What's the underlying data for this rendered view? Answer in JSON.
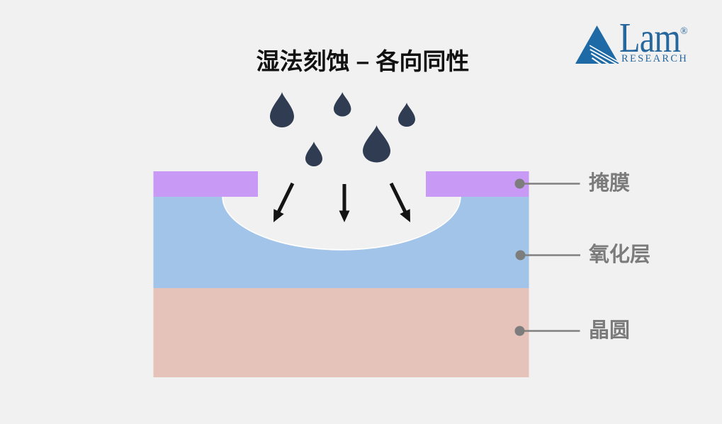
{
  "title": "湿法刻蚀 – 各向同性",
  "logo": {
    "brand": "Lam",
    "registered": "®",
    "subtext": "RESEARCH"
  },
  "diagram": {
    "droplet_count": 5,
    "arrow_count": 3,
    "layers": [
      {
        "id": "mask",
        "label": "掩膜"
      },
      {
        "id": "oxide",
        "label": "氧化层"
      },
      {
        "id": "wafer",
        "label": "晶圆"
      }
    ]
  },
  "colors": {
    "background": "#f2f1f1",
    "mask": "#c99af5",
    "oxide": "#a2c4e8",
    "wafer": "#e6c3ba",
    "bowl_fill": "#f2f1f1",
    "bowl_rim": "#ffffff",
    "droplet": "#2f3c51",
    "arrow": "#141414",
    "label_text": "#7b7b7b",
    "leader_line": "#808080",
    "marker_dot": "#7d7d7d",
    "logo_blue": "#1e6aa6",
    "logo_text_blue": "#26679e",
    "logo_stripe": "#fafafa",
    "title_text": "#111111"
  }
}
